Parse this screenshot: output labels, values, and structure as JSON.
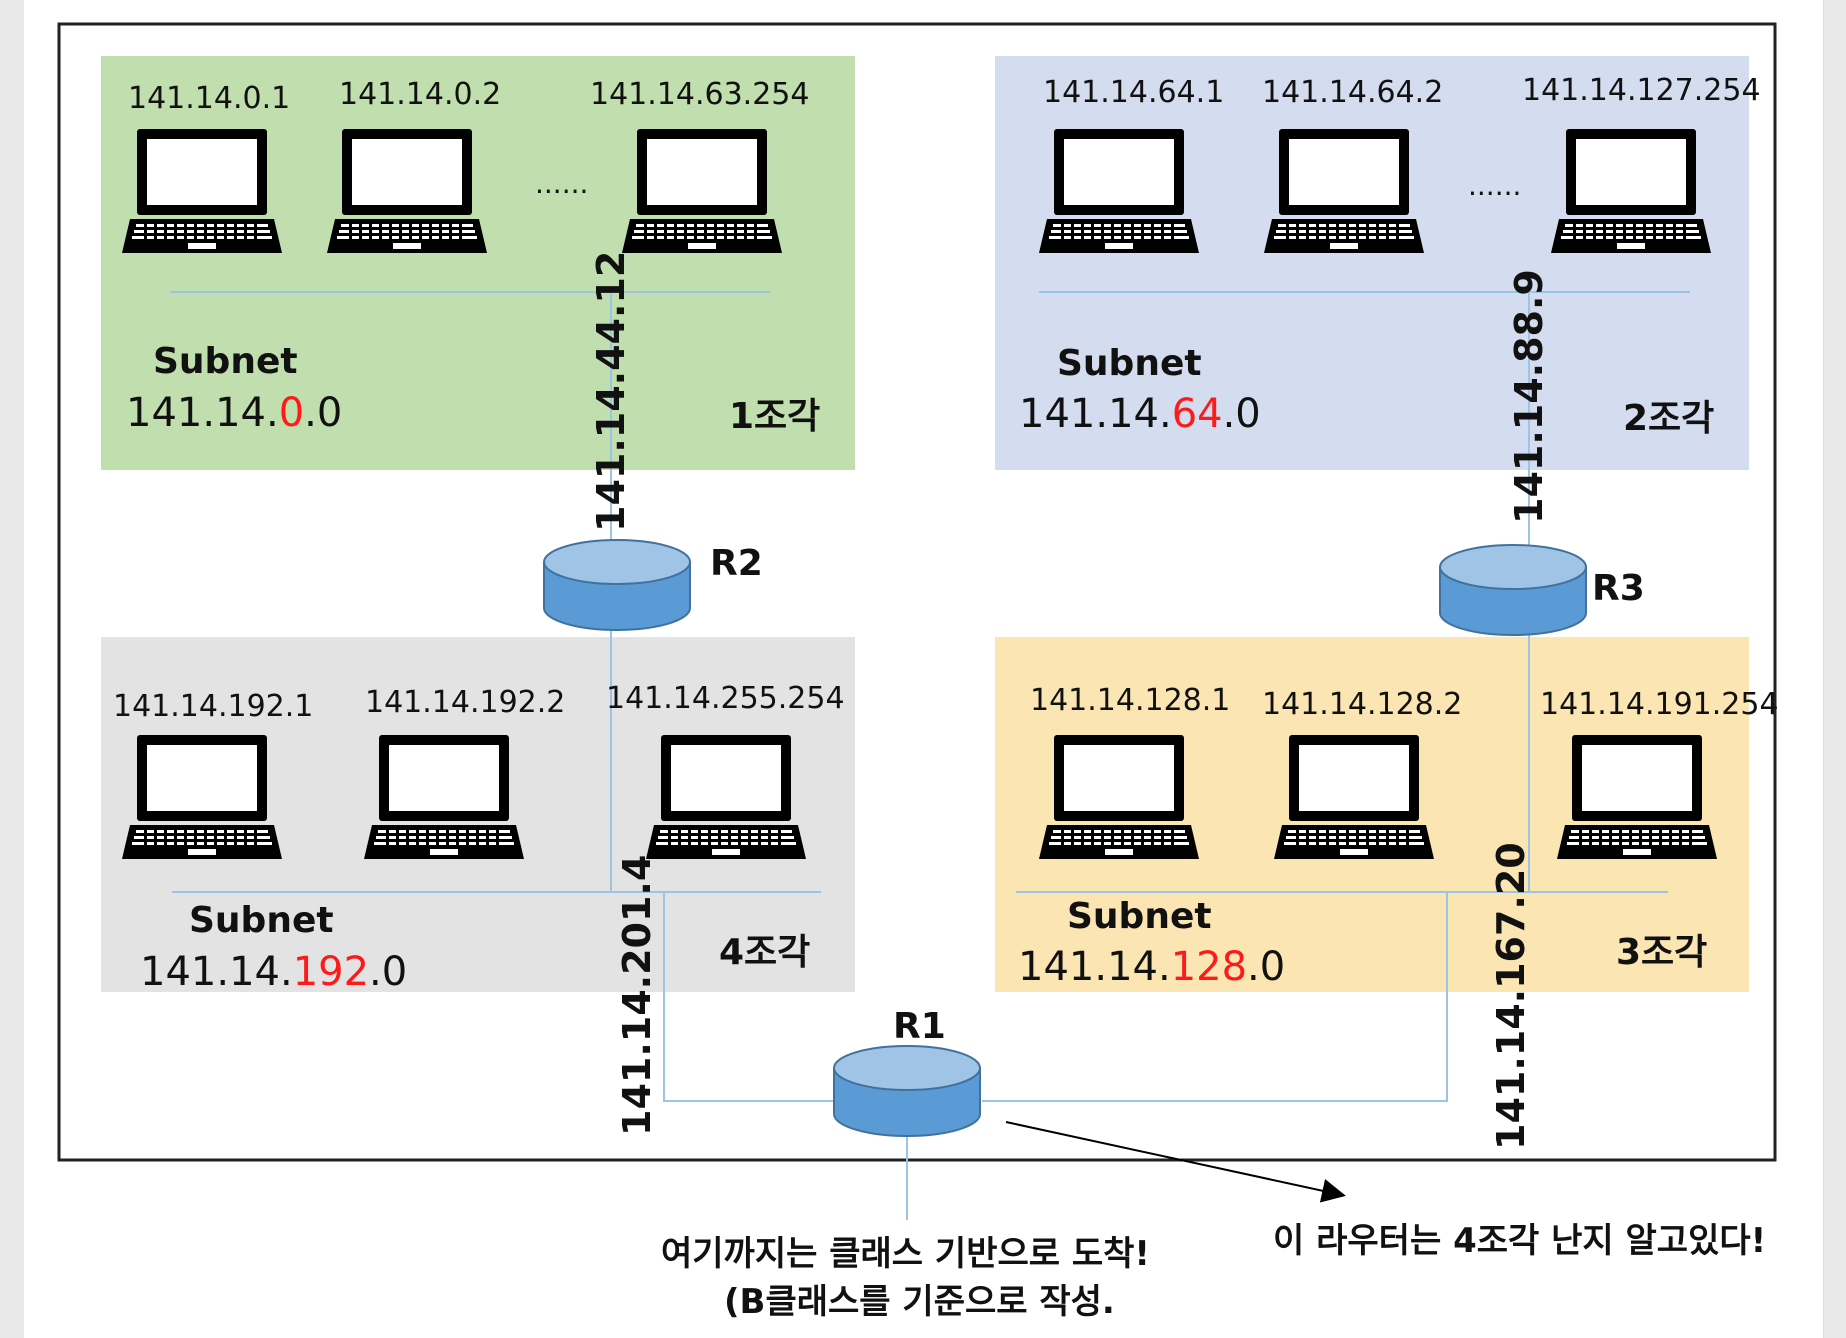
{
  "subnets": [
    {
      "id": "1",
      "color": "#c1deae",
      "hosts": [
        "141.14.0.1",
        "141.14.0.2",
        "141.14.63.254"
      ],
      "ellipsis": "......",
      "subnet_label": "Subnet",
      "address_prefix": "141.14.",
      "address_highlight": "0",
      "address_suffix": ".0",
      "piece_label": "1조각"
    },
    {
      "id": "2",
      "color": "#d4ddef",
      "hosts": [
        "141.14.64.1",
        "141.14.64.2",
        "141.14.127.254"
      ],
      "ellipsis": "......",
      "subnet_label": "Subnet",
      "address_prefix": "141.14.",
      "address_highlight": "64",
      "address_suffix": ".0",
      "piece_label": "2조각"
    },
    {
      "id": "3",
      "color": "#fbe6b3",
      "hosts": [
        "141.14.128.1",
        "141.14.128.2",
        "141.14.191.254"
      ],
      "ellipsis": "",
      "subnet_label": "Subnet",
      "address_prefix": "141.14.",
      "address_highlight": "128",
      "address_suffix": ".0",
      "piece_label": "3조각"
    },
    {
      "id": "4",
      "color": "#e3e3e3",
      "hosts": [
        "141.14.192.1",
        "141.14.192.2",
        "141.14.255.254"
      ],
      "ellipsis": "",
      "subnet_label": "Subnet",
      "address_prefix": "141.14.",
      "address_highlight": "192",
      "address_suffix": ".0",
      "piece_label": "4조각"
    }
  ],
  "routers": [
    {
      "id": "R1",
      "label": "R1"
    },
    {
      "id": "R2",
      "label": "R2"
    },
    {
      "id": "R3",
      "label": "R3"
    }
  ],
  "link_labels": {
    "r2_subnet1": "141.14.44.12",
    "r3_subnet2": "141.14.88.9",
    "r1_subnet4": "141.14.201.4",
    "r1_subnet3": "141.14.167.20"
  },
  "notes": {
    "arrow_note": "이 라우터는 4조각 난지 알고있다!",
    "bottom_line1": "여기까지는 클래스 기반으로 도착!",
    "bottom_line2": "(B클래스를 기준으로 작성."
  },
  "colors": {
    "router_top": "#9fc4e6",
    "router_body": "#5b9bd5",
    "router_stroke": "#41719c",
    "line": "#9dc3e6",
    "highlight": "#ff1a1a",
    "frame": "#222222"
  },
  "icons": [
    "laptop-icon",
    "router-icon",
    "arrow-icon"
  ]
}
